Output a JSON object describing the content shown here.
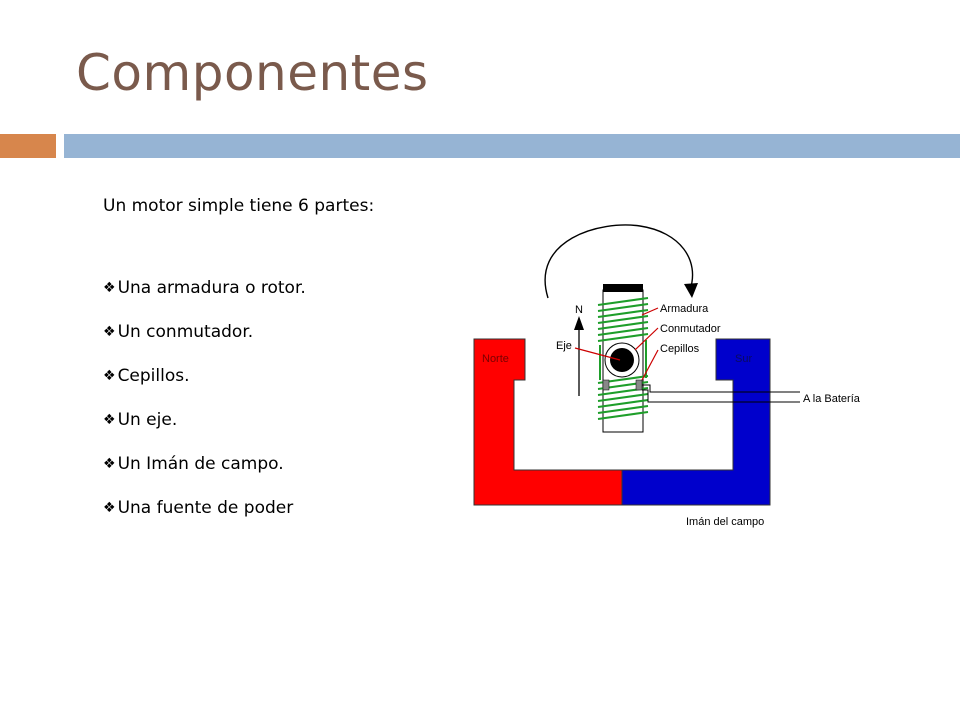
{
  "slide": {
    "title": "Componentes",
    "intro": "Un motor simple tiene 6 partes:",
    "bullet_glyph": "❖",
    "bullets": [
      "Una armadura o rotor.",
      "Un conmutador.",
      "Cepillos.",
      "Un eje.",
      "Un Imán de campo.",
      "Una fuente de poder"
    ]
  },
  "diagram": {
    "labels": {
      "north_arrow": "N",
      "axle": "Eje",
      "armature": "Armadura",
      "commutator": "Conmutador",
      "brushes": "Cepillos",
      "north_pole": "Norte",
      "south_pole": "Sur",
      "battery": "A la Batería",
      "field_magnet": "Imán del campo"
    },
    "colors": {
      "north_magnet": "#ff0000",
      "south_magnet": "#0000cc",
      "coil": "#1e9e2a",
      "wire": "#cc0000",
      "title": "#7a5a4c",
      "accent_bar": "#d7864c",
      "main_bar": "#96b4d4"
    }
  }
}
